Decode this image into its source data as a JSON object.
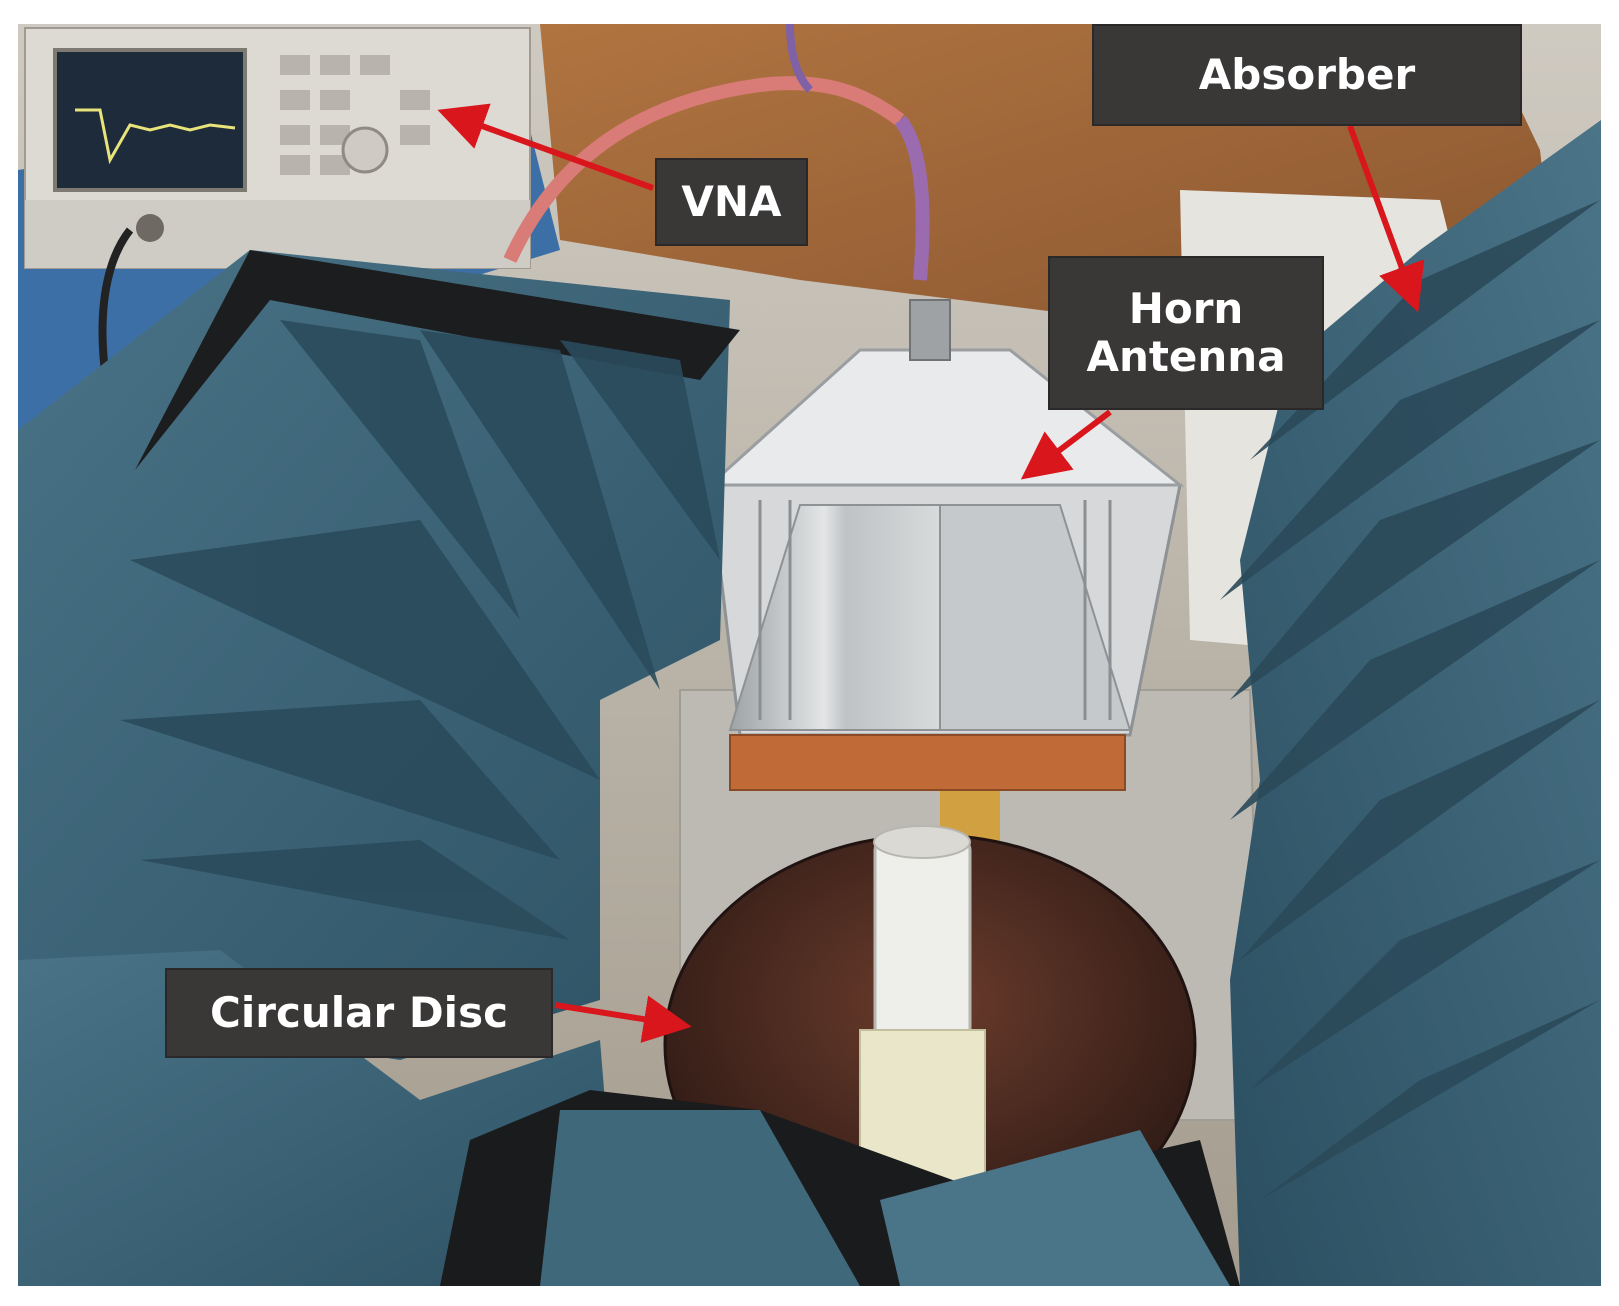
{
  "labels": {
    "absorber": "Absorber",
    "vna": "VNA",
    "horn_line1": "Horn",
    "horn_line2": "Antenna",
    "disc": "Circular Disc"
  },
  "colors": {
    "label_bg": "#3a3737",
    "label_text": "#ffffff",
    "arrow": "#d8161c",
    "absorber_foam": "#3e6679",
    "absorber_dark": "#1b1c1d",
    "horn_metal": "#c9ccce",
    "copper": "#b8673a",
    "disc": "#4a2a22"
  }
}
